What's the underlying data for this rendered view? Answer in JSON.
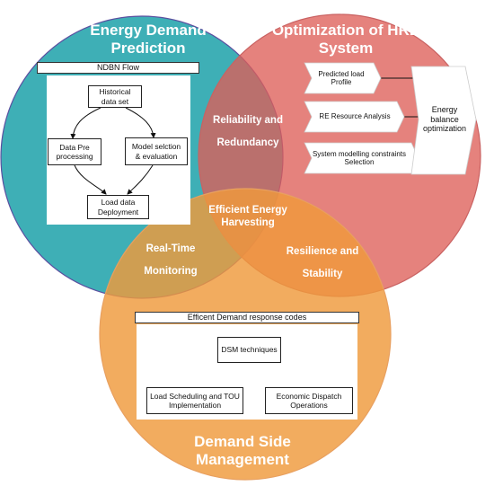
{
  "circles": {
    "top_left_title": "Energy Demand Prediction",
    "top_right_title": "Optimization of HRE System",
    "bottom_title": "Demand Side Management"
  },
  "overlaps": {
    "reliability": "Reliability and Redundancy",
    "efficient": "Efficient Energy Harvesting",
    "realtime": "Real-Time Monitoring",
    "resilience": "Resilience and Stability"
  },
  "ndbn": {
    "title": "NDBN Flow",
    "historical": "Historical data set",
    "preprocessing": "Data Pre processing",
    "model": "Model selction & evaluation",
    "deployment": "Load data Deployment"
  },
  "hre": {
    "predicted": "Predicted load Profile",
    "resource": "RE  Resource Analysis",
    "constraints": "System modelling constraints Selection",
    "balance": "Energy balance optimization"
  },
  "dsm": {
    "title": "Efficent Demand  response codes",
    "techniques": "DSM techniques",
    "scheduling": "Load Scheduling and TOU Implementation",
    "dispatch": "Economic Dispatch Operations"
  },
  "colors": {
    "teal": "#3aadb5",
    "red": "#e2706b",
    "orange": "#ee9f45"
  }
}
